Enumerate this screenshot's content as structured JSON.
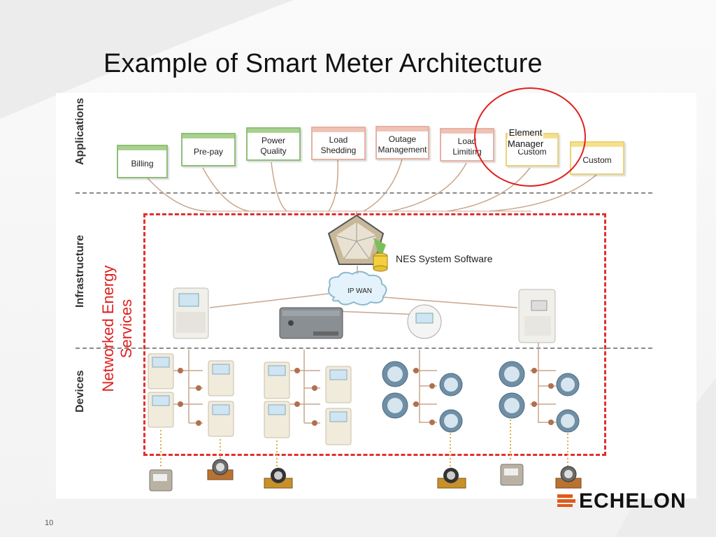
{
  "slide": {
    "title": "Example of Smart Meter Architecture",
    "page_number": "10"
  },
  "layers": {
    "applications": "Applications",
    "infrastructure": "Infrastructure",
    "devices": "Devices"
  },
  "applications": [
    {
      "label": "Billing",
      "color": "green"
    },
    {
      "label": "Pre-pay",
      "color": "green"
    },
    {
      "label": "Power\nQuality",
      "color": "green"
    },
    {
      "label": "Load\nShedding",
      "color": "pink"
    },
    {
      "label": "Outage\nManagement",
      "color": "pink"
    },
    {
      "label": "Load\nLimiting",
      "color": "pink"
    },
    {
      "label": "Custom",
      "color": "yellow"
    },
    {
      "label": "Custom",
      "color": "yellow"
    }
  ],
  "annotations": {
    "element_manager": "Element\nManager",
    "nes_system_software": "NES System Software",
    "ip_wan": "IP   WAN",
    "networked_energy_services": "Networked Energy\nServices"
  },
  "logo_text": "ECHELON",
  "colors": {
    "highlight_red": "#e02020",
    "dash_gray": "#8a8a8a",
    "connector_brown": "#b07050"
  }
}
